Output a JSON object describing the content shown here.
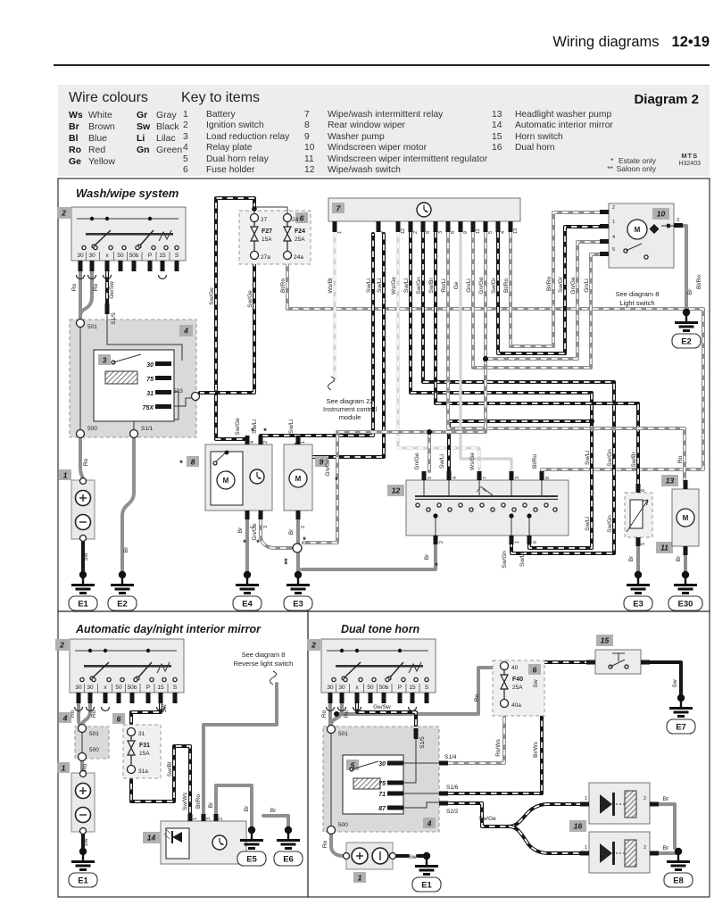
{
  "header": {
    "title": "Wiring diagrams",
    "page": "12•19"
  },
  "legend": {
    "wire_colours_title": "Wire colours",
    "wire_colours": [
      {
        "a": "Ws",
        "n": "White"
      },
      {
        "a": "Br",
        "n": "Brown"
      },
      {
        "a": "Bl",
        "n": "Blue"
      },
      {
        "a": "Ro",
        "n": "Red"
      },
      {
        "a": "Ge",
        "n": "Yellow"
      },
      {
        "a": "Gr",
        "n": "Gray"
      },
      {
        "a": "Sw",
        "n": "Black"
      },
      {
        "a": "Li",
        "n": "Lilac"
      },
      {
        "a": "Gn",
        "n": "Green"
      }
    ],
    "key_title": "Key to items",
    "key_items": [
      {
        "n": "1",
        "l": "Battery"
      },
      {
        "n": "2",
        "l": "Ignition switch"
      },
      {
        "n": "3",
        "l": "Load reduction relay"
      },
      {
        "n": "4",
        "l": "Relay plate"
      },
      {
        "n": "5",
        "l": "Dual horn relay"
      },
      {
        "n": "6",
        "l": "Fuse holder"
      },
      {
        "n": "7",
        "l": "Wipe/wash intermittent relay"
      },
      {
        "n": "8",
        "l": "Rear window wiper"
      },
      {
        "n": "9",
        "l": "Washer pump"
      },
      {
        "n": "10",
        "l": "Windscreen wiper motor"
      },
      {
        "n": "11",
        "l": "Windscreen wiper intermittent regulator"
      },
      {
        "n": "12",
        "l": "Wipe/wash switch"
      },
      {
        "n": "13",
        "l": "Headlight washer pump"
      },
      {
        "n": "14",
        "l": "Automatic interior mirror"
      },
      {
        "n": "15",
        "l": "Horn switch"
      },
      {
        "n": "16",
        "l": "Dual horn"
      }
    ],
    "diagram_label": "Diagram 2",
    "notes": [
      {
        "star": "*",
        "text": "Estate only"
      },
      {
        "star": "**",
        "text": "Saloon only"
      }
    ],
    "ref1": "MTS",
    "ref2": "H32403"
  },
  "shared": {
    "ign": [
      "30",
      "30",
      "x",
      "50",
      "50b",
      "P",
      "15",
      "S"
    ],
    "m": "M",
    "star": "*",
    "dstar": "**"
  },
  "ww": {
    "title": "Wash/wipe system",
    "b1": "1",
    "b2": "2",
    "b3": "3",
    "b4": "4",
    "b6": "6",
    "b7": "7",
    "b8": "8",
    "b9": "9",
    "b10": "10",
    "b11": "11",
    "b12": "12",
    "b13": "13",
    "n501": "501",
    "n500": "500",
    "n503": "503",
    "s11": "S1/1",
    "s15": "S1/5",
    "r30": "30",
    "r75": "75",
    "r31": "31",
    "r75x": "75X",
    "ro1": "Ro",
    "ro2": "Ro",
    "gesw": "Ge/Sw",
    "roBat": "Ro",
    "swBat": "Sw",
    "brE2": "Br",
    "f27t": "27",
    "f27": "F27",
    "f27r": "15A",
    "f27b": "27a",
    "f24t": "24",
    "f24": "F24",
    "f24r": "25A",
    "f24b": "24a",
    "swge1": "Sw/Ge",
    "swge2": "Sw/Ge",
    "blroF": "Bl/Ro",
    "blroR": "Bl/Ro",
    "c7n": [
      "1",
      "7",
      "12",
      "2",
      "8",
      "3",
      "8",
      "9",
      "11",
      "5",
      "4",
      "13"
    ],
    "c7w": [
      "Ws/Bl",
      "Sw/Li",
      "Sw/Li",
      "Ws/Ge",
      "Sw/Li",
      "Sw/Gn",
      "Sw/Br",
      "Ro/Li",
      "Ge",
      "Gn/Li",
      "Gn/Ge",
      "Sw/Gr",
      "Bl/Ro"
    ],
    "note22": [
      "See diagram 22",
      "Instrument control",
      "module"
    ],
    "note8": [
      "See diagram 8",
      "Light switch"
    ],
    "c10n": [
      "2",
      "1",
      "4",
      "5",
      "3"
    ],
    "v_blro": "Bl/Ro",
    "v_swgr": "Sw/Gr",
    "v_gnge": "Gn/Ge",
    "v_gnli": "Gn/Li",
    "brE2r": "Br",
    "c8n": [
      "4",
      "2",
      "1",
      "3"
    ],
    "swge8": "Sw/Ge",
    "swli8": "Sw/Li",
    "br8": "Br",
    "gnge8": "Gn/Ge",
    "c9n": [
      "1",
      "2"
    ],
    "swli9": "Sw/Li",
    "br9": "Br",
    "gnge9": "Gn/Ge",
    "c12t": [
      "5",
      "4",
      "7",
      "3",
      "8"
    ],
    "c12b": [
      "2",
      "1",
      "6"
    ],
    "c12wt": [
      "Gn/Ge",
      "Sw/Li",
      "Ws/Ge",
      "Bl/Ro"
    ],
    "c12wb": [
      "Br",
      "Sw/Gn",
      "Sw/Li"
    ],
    "swli_r1": "Sw/Li",
    "swgn_r1": "Sw/Gn",
    "swbr_r": "Sw/Br",
    "ro_r": "Ro",
    "swli_r2": "Sw/Li",
    "swgn_r2": "Sw/Gn",
    "c11n": [
      "6",
      "5"
    ],
    "br11": "Br",
    "br13": "Br",
    "e1": "E1",
    "e2": "E2",
    "e4": "E4",
    "e3a": "E3",
    "e3b": "E3",
    "e30": "E30",
    "e2r": "E2"
  },
  "mir": {
    "title": "Automatic day/night interior mirror",
    "b2": "2",
    "b4": "4",
    "b1": "1",
    "b6": "6",
    "b14": "14",
    "n501": "501",
    "n500": "500",
    "ro1": "Ro",
    "ro2": "Ro",
    "sw": "Sw",
    "roBat": "Ro",
    "swBat": "Sw",
    "f31t": "31",
    "f31": "F31",
    "f31r": "15A",
    "f31b": "31a",
    "swbl": "Sw/Bl",
    "swws": "Sw/Ws",
    "blro": "Bl/Ro",
    "br1": "Br",
    "br2": "Br",
    "br3": "Br",
    "c14n": [
      "1",
      "3",
      "2"
    ],
    "note8": [
      "See diagram 8",
      "Reverse light switch"
    ],
    "e1": "E1",
    "e5": "E5",
    "e6": "E6"
  },
  "horn": {
    "title": "Dual tone horn",
    "b2": "2",
    "b4": "4",
    "b1": "1",
    "b5": "5",
    "b6": "6",
    "b15": "15",
    "b16": "16",
    "n501": "501",
    "n500": "500",
    "ro1": "Ro",
    "ro2": "Ro",
    "gesw": "Ge/Sw",
    "s15": "S1/5",
    "r30": "30",
    "r75": "75",
    "r71": "71",
    "r87": "87",
    "s14": "S1/4",
    "s16": "S1/6",
    "s22": "S2/2",
    "f40t": "40",
    "f40": "F40",
    "f40r": "25A",
    "f40b": "40a",
    "roF": "Ro",
    "rows": "Ro/Ws",
    "sw1": "Sw",
    "brws": "Br/Ws",
    "sw2": "Sw",
    "swge": "Sw/Ge",
    "c16an": [
      "1",
      "2"
    ],
    "c16bn": [
      "1",
      "2"
    ],
    "bra": "Br",
    "brb": "Br",
    "roBat": "Ro",
    "swBat": "Sw",
    "e1": "E1",
    "e7": "E7",
    "e8": "E8"
  },
  "colors": {
    "wire_black": "#161616",
    "wire_gray": "#8f8f8f",
    "wire_light": "#d2d2d2",
    "panel": "#ededed",
    "plate": "#d9d9d9",
    "badge": "#b0b0b0"
  }
}
